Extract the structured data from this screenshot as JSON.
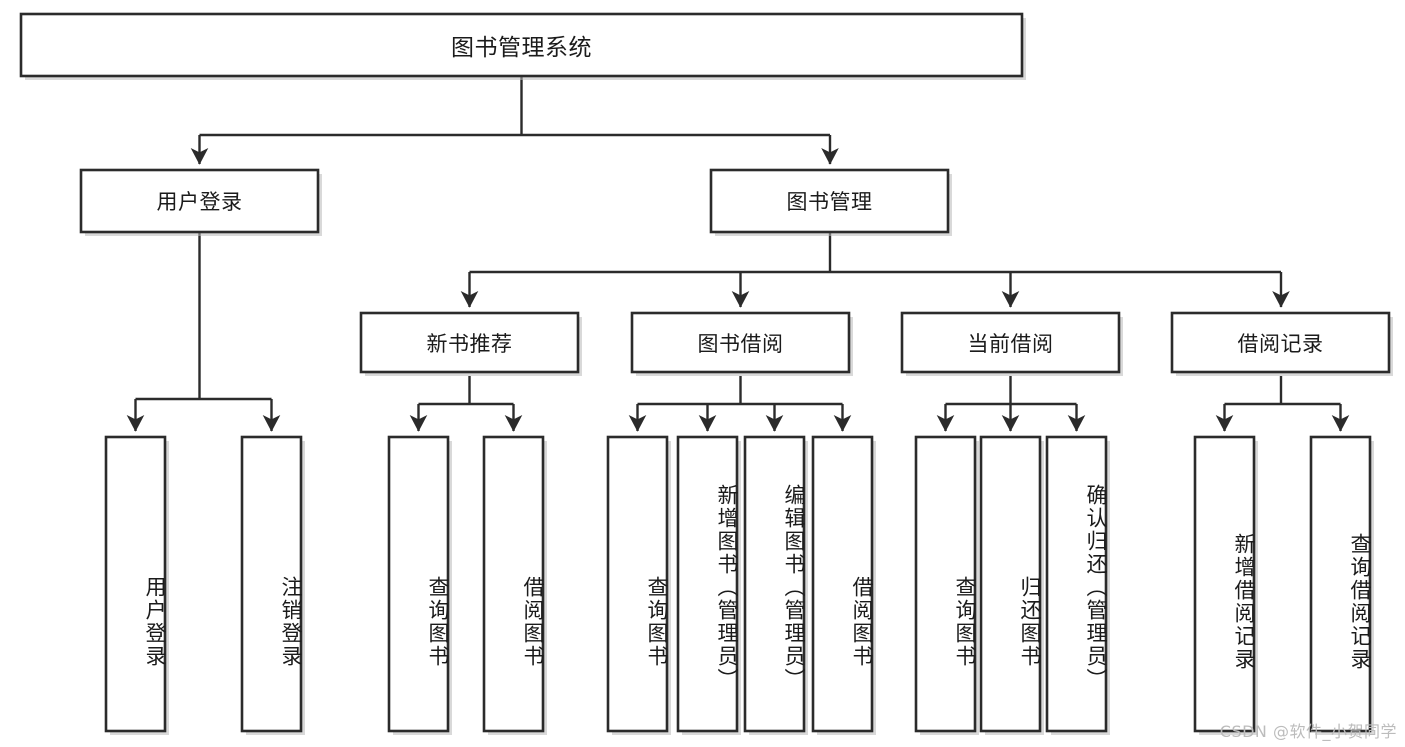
{
  "diagram": {
    "type": "tree",
    "title_node": {
      "id": "root",
      "label": "图书管理系统"
    },
    "level2": [
      {
        "id": "user-login",
        "label": "用户登录"
      },
      {
        "id": "book-manage",
        "label": "图书管理"
      }
    ],
    "level3": [
      {
        "id": "new-book-rec",
        "label": "新书推荐",
        "parent": "book-manage"
      },
      {
        "id": "book-borrow",
        "label": "图书借阅",
        "parent": "book-manage"
      },
      {
        "id": "current-borrow",
        "label": "当前借阅",
        "parent": "book-manage"
      },
      {
        "id": "borrow-record",
        "label": "借阅记录",
        "parent": "book-manage"
      }
    ],
    "leaves": [
      {
        "id": "leaf-user-login",
        "label": "用户登录",
        "parent": "user-login"
      },
      {
        "id": "leaf-logout",
        "label": "注销登录",
        "parent": "user-login"
      },
      {
        "id": "leaf-query-book-1",
        "label": "查询图书",
        "parent": "new-book-rec"
      },
      {
        "id": "leaf-borrow-book-1",
        "label": "借阅图书",
        "parent": "new-book-rec"
      },
      {
        "id": "leaf-query-book-2",
        "label": "查询图书",
        "parent": "book-borrow"
      },
      {
        "id": "leaf-add-book",
        "label": "新增图书（管理员）",
        "parent": "book-borrow"
      },
      {
        "id": "leaf-edit-book",
        "label": "编辑图书（管理员）",
        "parent": "book-borrow"
      },
      {
        "id": "leaf-borrow-book-2",
        "label": "借阅图书",
        "parent": "book-borrow"
      },
      {
        "id": "leaf-query-book-3",
        "label": "查询图书",
        "parent": "current-borrow"
      },
      {
        "id": "leaf-return-book",
        "label": "归还图书",
        "parent": "current-borrow"
      },
      {
        "id": "leaf-confirm-return",
        "label": "确认归还（管理员）",
        "parent": "current-borrow"
      },
      {
        "id": "leaf-add-record",
        "label": "新增借阅记录",
        "parent": "borrow-record"
      },
      {
        "id": "leaf-query-record",
        "label": "查询借阅记录",
        "parent": "borrow-record"
      }
    ]
  },
  "watermark": {
    "text": "CSDN @软件_小贺同学"
  },
  "colors": {
    "box_stroke": "#2b2b2b",
    "box_fill": "#ffffff",
    "line": "#2b2b2b",
    "text": "#1b1b1b",
    "watermark": "#bcbcbc",
    "background": "#ffffff"
  }
}
